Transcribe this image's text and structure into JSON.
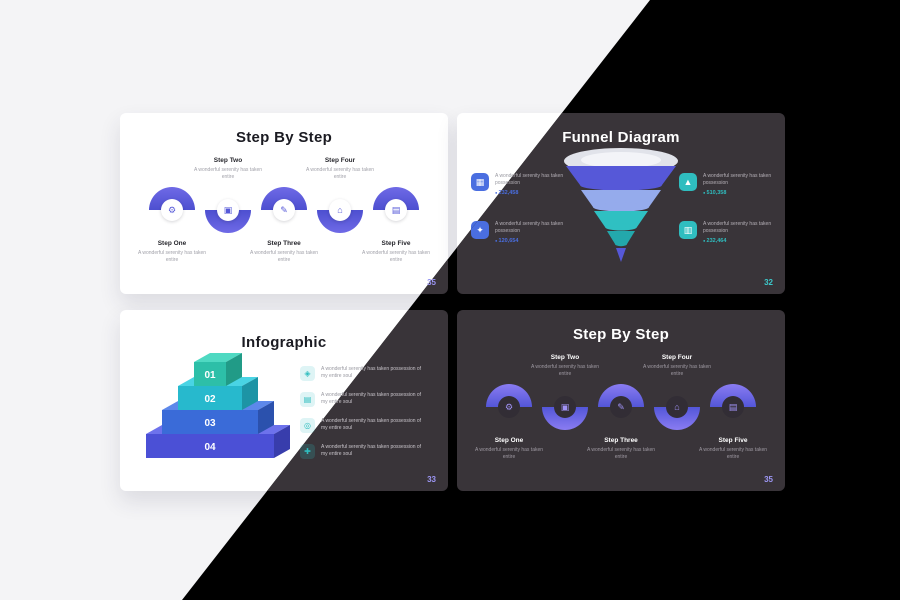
{
  "theme": {
    "light_bg": "#f4f4f6",
    "dark_bg": "#000000",
    "card_light": "#ffffff",
    "card_dark": "#393439",
    "indigo": "#5659d8",
    "blue": "#4a6ee0",
    "teal": "#2fbdbf"
  },
  "step_slide": {
    "title": "Step By Step",
    "page": "35",
    "steps": [
      {
        "label": "Step One",
        "caption": "A wonderful serenity has taken entire",
        "icon": "gear",
        "glyph": "⚙"
      },
      {
        "label": "Step Two",
        "caption": "A wonderful serenity has taken entire",
        "icon": "camera",
        "glyph": "▣"
      },
      {
        "label": "Step Three",
        "caption": "A wonderful serenity has taken entire",
        "icon": "pencil",
        "glyph": "✎"
      },
      {
        "label": "Step Four",
        "caption": "A wonderful serenity has taken entire",
        "icon": "home",
        "glyph": "⌂"
      },
      {
        "label": "Step Five",
        "caption": "A wonderful serenity has taken entire",
        "icon": "chart",
        "glyph": "▤"
      }
    ]
  },
  "funnel_slide": {
    "title": "Funnel Diagram",
    "page": "32",
    "left_items": [
      {
        "caption": "A wonderful serenity has taken possession",
        "value": "232,458",
        "icon": "grid",
        "glyph": "▦"
      },
      {
        "caption": "A wonderful serenity has taken possession",
        "value": "120,654",
        "icon": "spark",
        "glyph": "✦"
      }
    ],
    "right_items": [
      {
        "caption": "A wonderful serenity has taken possession",
        "value": "510,358",
        "icon": "triangle",
        "glyph": "▲"
      },
      {
        "caption": "A wonderful serenity has taken possession",
        "value": "232,464",
        "icon": "rows",
        "glyph": "▥"
      }
    ]
  },
  "infographic_slide": {
    "title": "Infographic",
    "page": "33",
    "layers": [
      {
        "label": "01"
      },
      {
        "label": "02"
      },
      {
        "label": "03"
      },
      {
        "label": "04"
      }
    ],
    "items": [
      {
        "caption": "A wonderful serenity has taken possession of my entire soul",
        "icon": "diamond",
        "glyph": "◈"
      },
      {
        "caption": "A wonderful serenity has taken possession of my entire soul",
        "icon": "list",
        "glyph": "▤"
      },
      {
        "caption": "A wonderful serenity has taken possession of my entire soul",
        "icon": "target",
        "glyph": "◎"
      },
      {
        "caption": "A wonderful serenity has taken possession of my entire soul",
        "icon": "plus",
        "glyph": "✚"
      }
    ]
  }
}
